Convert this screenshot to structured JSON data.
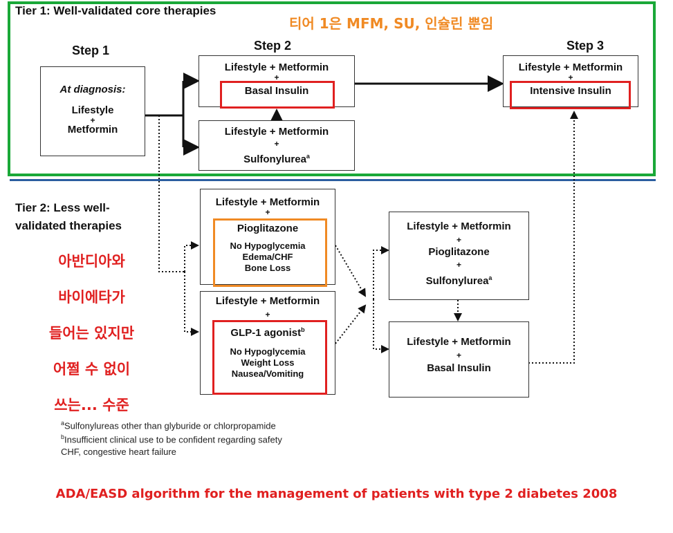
{
  "tier1": {
    "title": "Tier 1: Well-validated core therapies",
    "annotation": "티어 1은 MFM, SU, 인슐린 뿐임"
  },
  "steps": {
    "step1": "Step 1",
    "step2": "Step 2",
    "step3": "Step 3"
  },
  "boxes": {
    "diagnosis": {
      "title": "At diagnosis:",
      "line1": "Lifestyle",
      "plus": "+",
      "line2": "Metformin"
    },
    "basal": {
      "line1": "Lifestyle + Metformin",
      "plus": "+",
      "line2": "Basal Insulin"
    },
    "su": {
      "line1": "Lifestyle + Metformin",
      "plus": "+",
      "line2": "Sulfonylurea",
      "sup": "a"
    },
    "intensive": {
      "line1": "Lifestyle + Metformin",
      "plus": "+",
      "line2": "Intensive Insulin"
    },
    "pio": {
      "line1": "Lifestyle + Metformin",
      "plus": "+",
      "line2": "Pioglitazone",
      "note1": "No Hypoglycemia",
      "note2": "Edema/CHF",
      "note3": "Bone Loss"
    },
    "glp": {
      "line1": "Lifestyle + Metformin",
      "plus": "+",
      "line2": "GLP-1 agonist",
      "sup": "b",
      "note1": "No Hypoglycemia",
      "note2": "Weight Loss",
      "note3": "Nausea/Vomiting"
    },
    "pio_su": {
      "line1": "Lifestyle + Metformin",
      "plus1": "+",
      "line2": "Pioglitazone",
      "plus2": "+",
      "line3": "Sulfonylurea",
      "sup": "a"
    },
    "basal2": {
      "line1": "Lifestyle + Metformin",
      "plus": "+",
      "line2": "Basal Insulin"
    }
  },
  "tier2": {
    "title_line1": "Tier 2: Less well-",
    "title_line2": "validated therapies",
    "annotation_lines": [
      "아반디아와",
      "바이에타가",
      "들어는 있지만",
      "어쩔 수 없이",
      "쓰는... 수준"
    ]
  },
  "footnotes": {
    "a": "Sulfonylureas other than glyburide or chlorpropamide",
    "a_mark": "a",
    "b": "Insufficient clinical use to be confident regarding safety",
    "b_mark": "b",
    "chf": "CHF, congestive heart failure"
  },
  "caption": "ADA/EASD algorithm for the management of patients with type 2 diabetes 2008",
  "colors": {
    "green": "#1aa838",
    "red": "#e02020",
    "orange": "#f08a24",
    "blue": "#2a5d9f"
  }
}
